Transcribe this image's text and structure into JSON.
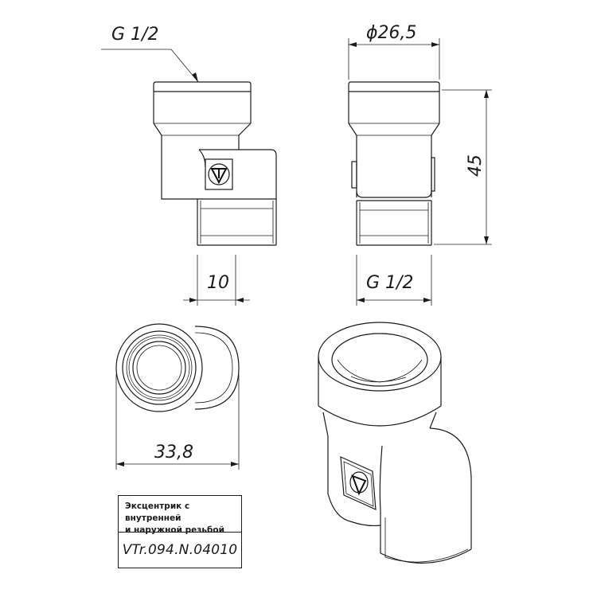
{
  "dimensions": {
    "thread_top": "G 1/2",
    "diameter": "ϕ26,5",
    "height": "45",
    "offset": "10",
    "thread_bottom": "G 1/2",
    "width": "33,8"
  },
  "title_block": {
    "description_line1": "Эксцентрик с внутренней",
    "description_line2": "и наружной резьбой",
    "part_code": "VTr.094.N.04010"
  },
  "colors": {
    "ink": "#1a1a1a",
    "background": "#ffffff"
  }
}
